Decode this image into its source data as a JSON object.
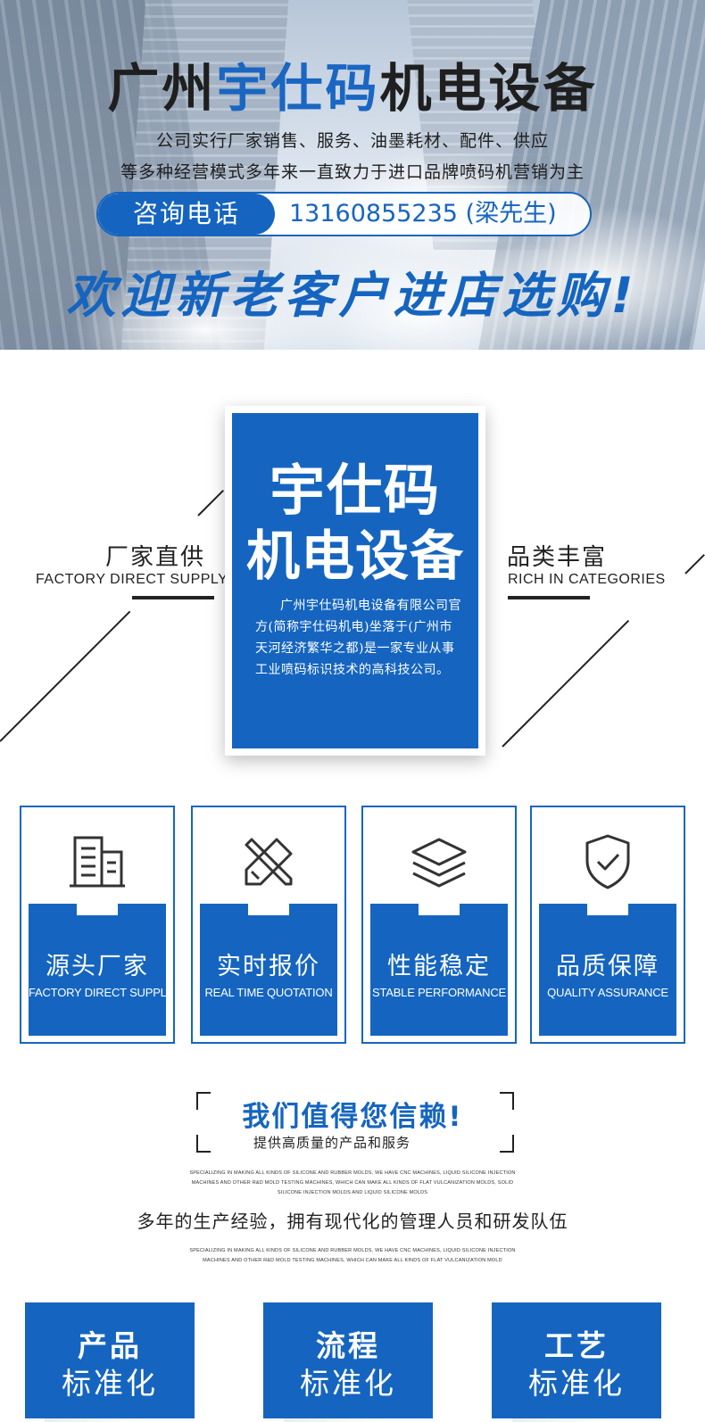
{
  "banner": {
    "title_part1": "广州",
    "title_part2": "宇仕码",
    "title_part3": "机电设备",
    "line1": "公司实行厂家销售、服务、油墨耗材、配件、供应",
    "line2": "等多种经营模式多年来一直致力于进口品牌喷码机营销为主",
    "phone_label": "咨询电话",
    "phone_number": "13160855235 (梁先生)",
    "welcome": "欢迎新老客户进店选购!"
  },
  "intro": {
    "card_title_line1": "宇仕码",
    "card_title_line2": "机电设备",
    "card_desc": "广州宇仕码机电设备有限公司官方(简称宇仕码机电)坐落于(广州市天河经济繁华之都)是一家专业从事工业喷码标识技术的高科技公司。",
    "left_cn": "厂家直供",
    "left_en": "FACTORY DIRECT SUPPLY",
    "right_cn": "品类丰富",
    "right_en": "RICH IN CATEGORIES"
  },
  "features": [
    {
      "icon": "building-icon",
      "cn": "源头厂家",
      "en": "FACTORY DIRECT SUPPLY"
    },
    {
      "icon": "pencil-ruler-icon",
      "cn": "实时报价",
      "en": "REAL TIME QUOTATION"
    },
    {
      "icon": "layers-icon",
      "cn": "性能稳定",
      "en": "STABLE PERFORMANCE"
    },
    {
      "icon": "shield-check-icon",
      "cn": "品质保障",
      "en": "QUALITY ASSURANCE"
    }
  ],
  "trust": {
    "title": "我们值得您信赖!",
    "subtitle": "提供高质量的产品和服务",
    "tiny1_line1": "SPECIALIZING IN MAKING ALL KINDS OF SILICONE AND RUBBER MOLDS, WE HAVE CNC MACHINES, LIQUID SILICONE INJECTION",
    "tiny1_line2": "MACHINES AND OTHER R&D MOLD TESTING MACHINES, WHICH CAN MAKE ALL KINDS OF FLAT VULCANIZATION MOLDS, SOLID",
    "tiny1_line3": "SILICONE INJECTION MOLDS AND LIQUID SILICONE MOLDS",
    "main": "多年的生产经验，拥有现代化的管理人员和研发队伍",
    "tiny2_line1": "SPECIALIZING IN MAKING ALL KINDS OF SILICONE AND RUBBER MOLDS, WE HAVE CNC MACHINES, LIQUID SILICONE INJECTION",
    "tiny2_line2": "MACHINES AND OTHER R&D MOLD TESTING MACHINES, WHICH CAN MAKE ALL KINDS OF FLAT VULCANIZATION MOLD"
  },
  "standards": [
    {
      "line1": "产品",
      "line2": "标准化"
    },
    {
      "line1": "流程",
      "line2": "标准化"
    },
    {
      "line1": "工艺",
      "line2": "标准化"
    }
  ],
  "colors": {
    "brand_blue": "#1565c0",
    "text_dark": "#222222"
  }
}
